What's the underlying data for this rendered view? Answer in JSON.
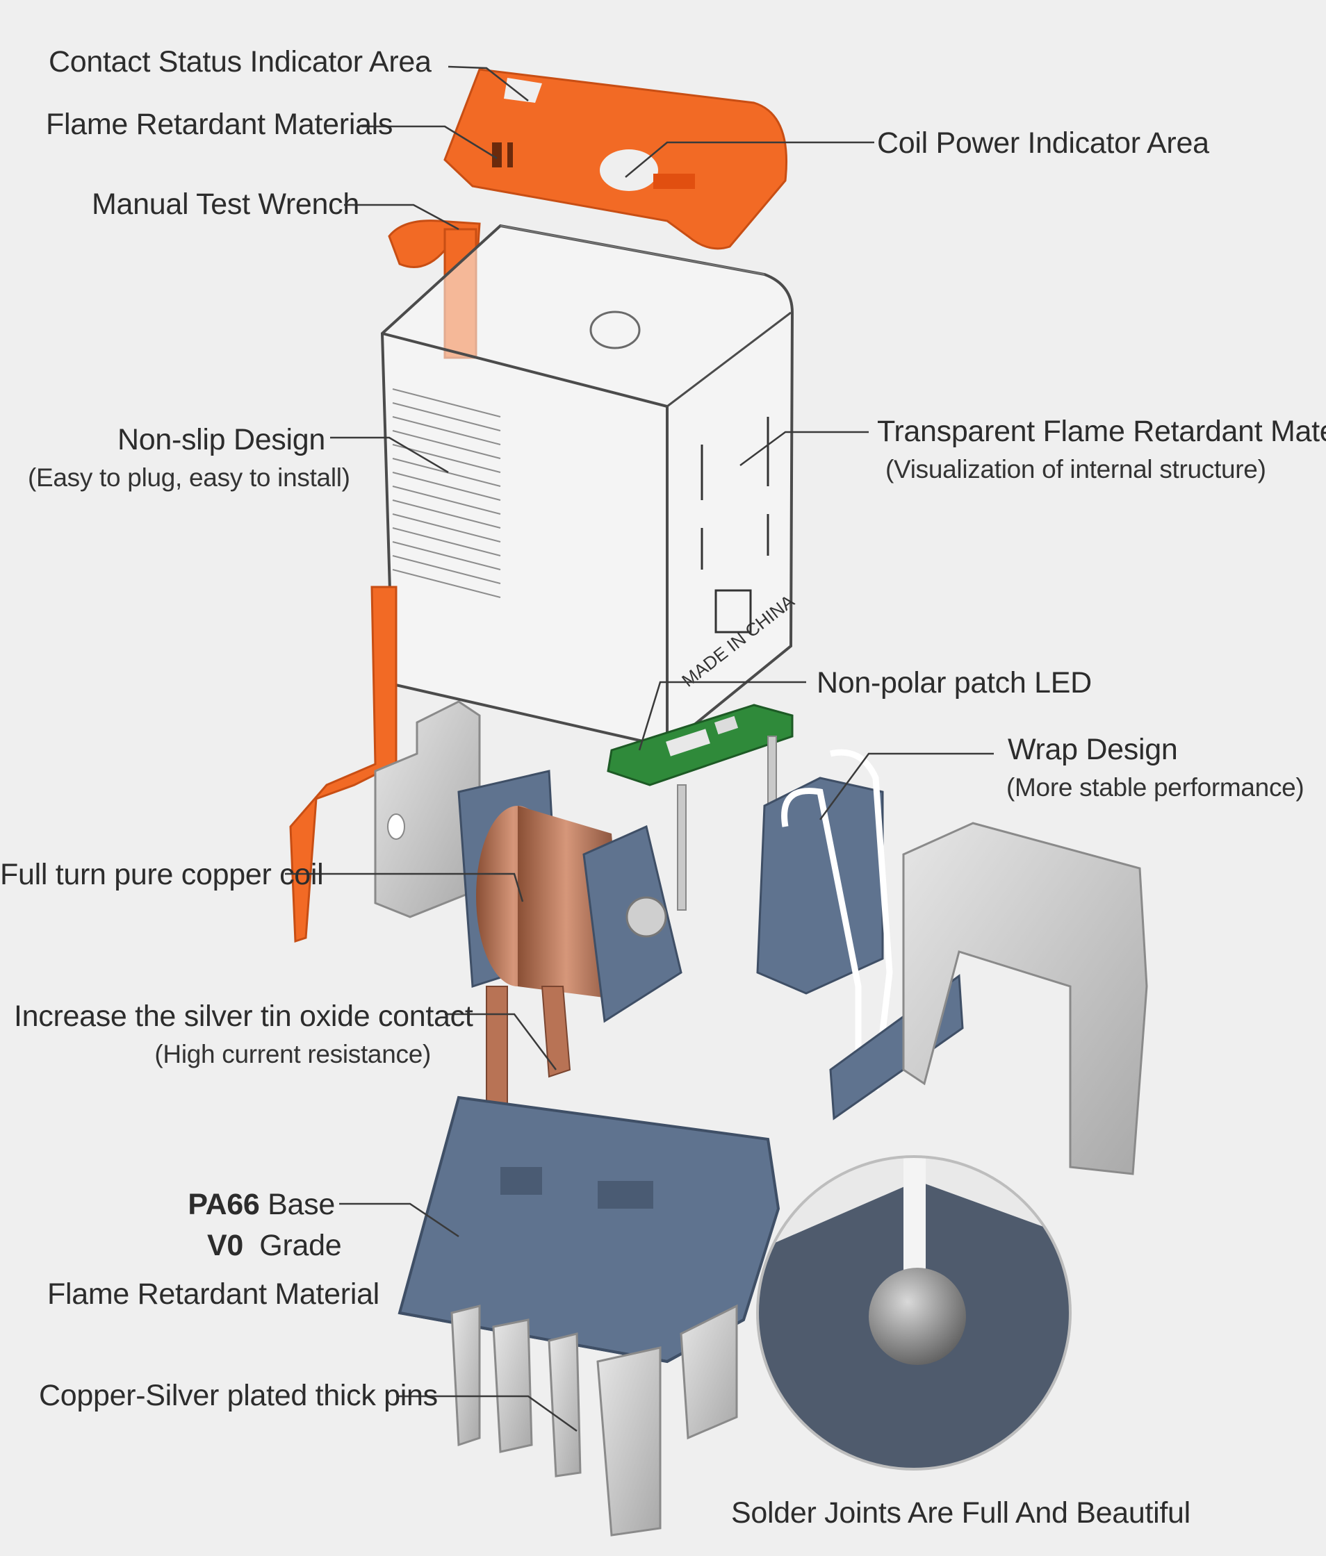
{
  "colors": {
    "background": "#efefef",
    "orange": "#f26a25",
    "blue_gray": "#5f738f",
    "copper": "#b87355",
    "silver": "#c9c9c9",
    "pcb_green": "#2f8a3a",
    "leader_line": "#3a3a3a"
  },
  "callouts": {
    "contact_status": "Contact Status Indicator Area",
    "flame_retardant": "Flame Retardant Materials",
    "coil_power": "Coil Power Indicator Area",
    "manual_wrench": "Manual Test Wrench",
    "non_slip": "Non-slip Design",
    "non_slip_sub": "(Easy to plug,  easy to install)",
    "transparent": "Transparent Flame Retardant Material",
    "transparent_sub": "(Visualization of internal structure)",
    "led": "Non-polar patch LED",
    "wrap": "Wrap Design",
    "wrap_sub": "(More stable performance)",
    "coil": "Full turn pure copper coil",
    "silver_contact": "Increase the silver tin oxide contact",
    "silver_contact_sub": "(High current resistance)",
    "base_pa66": "PA66",
    "base_word": " Base",
    "base_v0": "V0",
    "base_grade": "  Grade",
    "base_material": "Flame Retardant Material",
    "pins": "Copper-Silver plated thick pins",
    "solder": "Solder Joints Are Full And Beautiful"
  },
  "product_marks": {
    "made_in": "MADE IN CHINA"
  }
}
